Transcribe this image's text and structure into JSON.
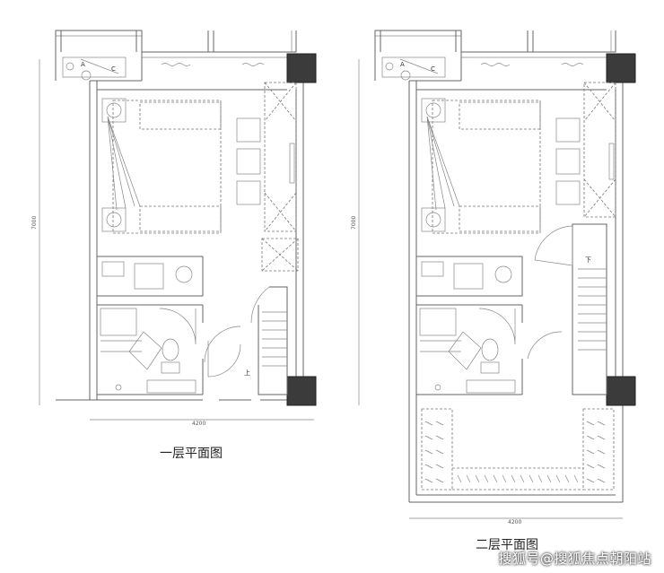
{
  "plans": [
    {
      "caption": "一层平面图",
      "width_dim": "4200",
      "height_dim": "7000",
      "tag_a": "A",
      "tag_c": "C",
      "stair_tag": "上"
    },
    {
      "caption": "二层平面图",
      "width_dim": "4200",
      "height_dim": "7000",
      "tag_a": "A",
      "tag_c": "C",
      "stair_tag": "下"
    }
  ],
  "watermark": "搜狐号@搜狐焦点朝阳站"
}
